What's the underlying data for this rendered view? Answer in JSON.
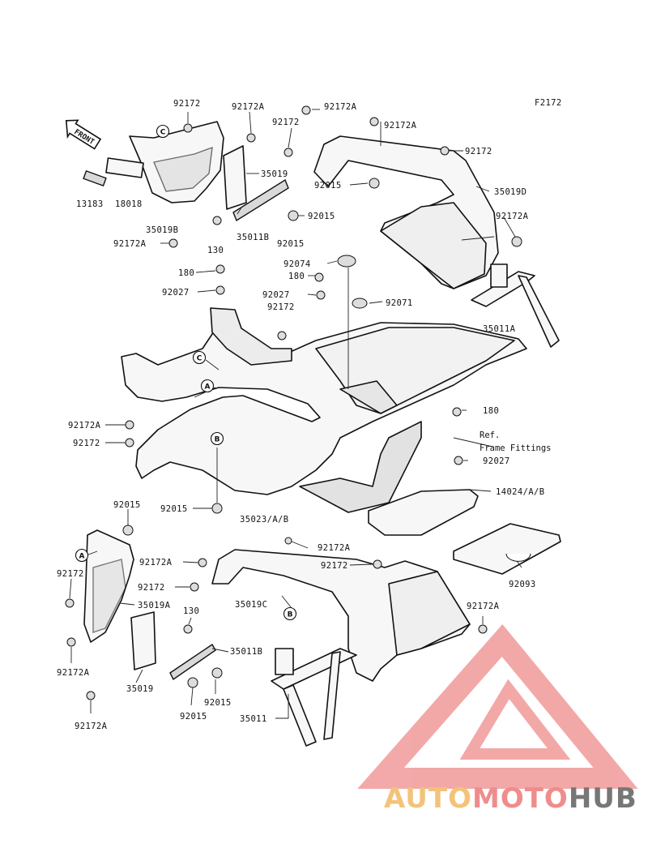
{
  "diagram_code": "F2172",
  "front_label": "FRONT",
  "reference_note": [
    "Ref.",
    "Frame Fittings"
  ],
  "circle_refs": [
    "A",
    "B",
    "C"
  ],
  "part_labels": [
    "92172",
    "92172A",
    "92172A",
    "92172",
    "92172A",
    "13183",
    "18018",
    "35019B",
    "92172A",
    "35019",
    "130",
    "35011B",
    "92015",
    "92015",
    "92015",
    "92172",
    "35019D",
    "92172A",
    "35011A",
    "180",
    "92074",
    "180",
    "92027",
    "92027",
    "92172",
    "92071",
    "92172A",
    "92172",
    "180",
    "92027",
    "92015",
    "35023/A/B",
    "14024/A/B",
    "92015",
    "92172A",
    "92172",
    "92172",
    "35019A",
    "130",
    "35011B",
    "35019",
    "92015",
    "92015",
    "92172A",
    "92172A",
    "92172A",
    "92172",
    "35019C",
    "92172A",
    "92093",
    "35011"
  ],
  "watermark": {
    "part1": "AUTO",
    "part2": "MOTO",
    "part3": "HUB",
    "color_light": "#f3c37a",
    "color_mid": "#ef8c8c",
    "color_dark": "#777777"
  }
}
